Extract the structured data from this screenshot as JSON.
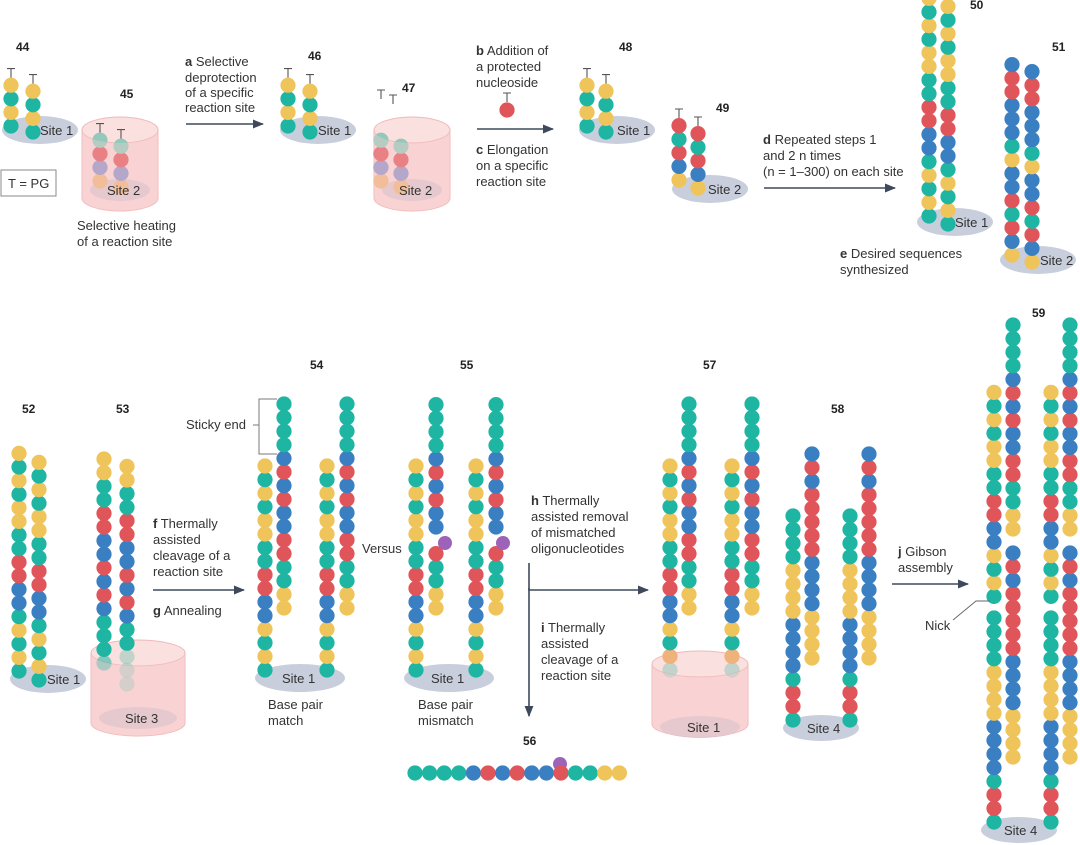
{
  "figure": {
    "legend": {
      "text": "T = PG"
    },
    "colors": {
      "Y": "#efc45a",
      "T": "#1fb5a3",
      "R": "#e0555a",
      "B": "#3a7fc2",
      "P": "#9d63b8",
      "G": "#93c8ba",
      "O": "#efb27a",
      "V": "#8f90c4",
      "site_disc": "#c3c9d8",
      "reactor": "#f9d3d3",
      "arrow": "#3e4a5c"
    },
    "compound_numbers": [
      "44",
      "45",
      "46",
      "47",
      "48",
      "49",
      "50",
      "51",
      "52",
      "53",
      "54",
      "55",
      "56",
      "57",
      "58",
      "59"
    ],
    "site_labels": {
      "site1": "Site 1",
      "site2": "Site 2",
      "site3": "Site 3",
      "site4": "Site 4"
    },
    "steps": {
      "a": {
        "letter": "a",
        "lines": [
          "Selective",
          "deprotection",
          "of a specific",
          "reaction site"
        ]
      },
      "b": {
        "letter": "b",
        "lines": [
          "Addition of",
          "a protected",
          "nucleoside"
        ]
      },
      "c": {
        "letter": "c",
        "lines": [
          "Elongation",
          "on a specific",
          "reaction site"
        ]
      },
      "d": {
        "letter": "d",
        "lines": [
          "Repeated steps 1",
          "and 2 n times",
          "(n = 1–300) on each site"
        ]
      },
      "e": {
        "letter": "e",
        "lines": [
          "Desired sequences",
          "synthesized"
        ]
      },
      "f": {
        "letter": "f",
        "lines": [
          "Thermally",
          "assisted",
          "cleavage of a",
          "reaction site"
        ]
      },
      "g": {
        "letter": "g",
        "lines": [
          "Annealing"
        ]
      },
      "h": {
        "letter": "h",
        "lines": [
          "Thermally",
          "assisted removal",
          "of mismatched",
          "oligonucleotides"
        ]
      },
      "i": {
        "letter": "i",
        "lines": [
          "Thermally",
          "assisted",
          "cleavage of a",
          "reaction site"
        ]
      },
      "j": {
        "letter": "j",
        "lines": [
          "Gibson",
          "assembly"
        ]
      }
    },
    "annotations": {
      "selective_heating": [
        "Selective heating",
        "of a reaction site"
      ],
      "sticky_end": "Sticky end",
      "versus": "Versus",
      "match": [
        "Base pair",
        "match"
      ],
      "mismatch": [
        "Base pair",
        "mismatch"
      ],
      "nick": "Nick"
    },
    "strands": {
      "s44a": "TYTY",
      "s44b": "TYTY",
      "s45a": "OVRG",
      "s45b": "OVRG",
      "s46a": "TYTY",
      "s46b": "TYTY",
      "s47a": "OVRG",
      "s47b": "OVRG",
      "s48a": "TYTY",
      "s48b": "TYTY",
      "s49a": "YBRTR",
      "s49b": "YBRTR",
      "s50a": "TYTYTBBRRTTYYTYTY",
      "s50b": "TYTYTBBRRTTYYTYTY",
      "s51a": "YBRTRBBYTBBBRRB",
      "s51b": "YBRTRBBYTBBBRRB",
      "s52a": "TYTYTBBRRTTYYTYTY",
      "s52b": "TYTYTBBRRTTYYTYTY",
      "s53a": "TTTTBRBRBBRRTTYY",
      "s53b": "GGGTTBRBRBBRRTTYY",
      "s54_long": "TYTYBBRRTTYYTYTY",
      "s54_short": "YYTTRRBBRBRBTTTT",
      "s55_long": "TYTYBBRRTTYYTYTY",
      "s55_short_bottom": "YYTTR",
      "s55_short_top": "BBRBRBTTTT",
      "s56": "TTTTBRBRBBPRTTYY",
      "s57_long": "GOTYBBRRTTYYTYTY",
      "s57_short": "YYTTRRBBRBRBTTTT",
      "s58_long": "TRRTBBBBYYYYTTTT",
      "s58_short": "YYYYBBBBRRRRRBRB",
      "s59_long": "TRRTBBBBYYYYTTTTTYTYBBRRTTYYTYTY",
      "s59_short_low": "YYYYBBBBRRRRRBRB",
      "s59_short_high": "YYTTRRBBRBRBTTTT"
    }
  }
}
